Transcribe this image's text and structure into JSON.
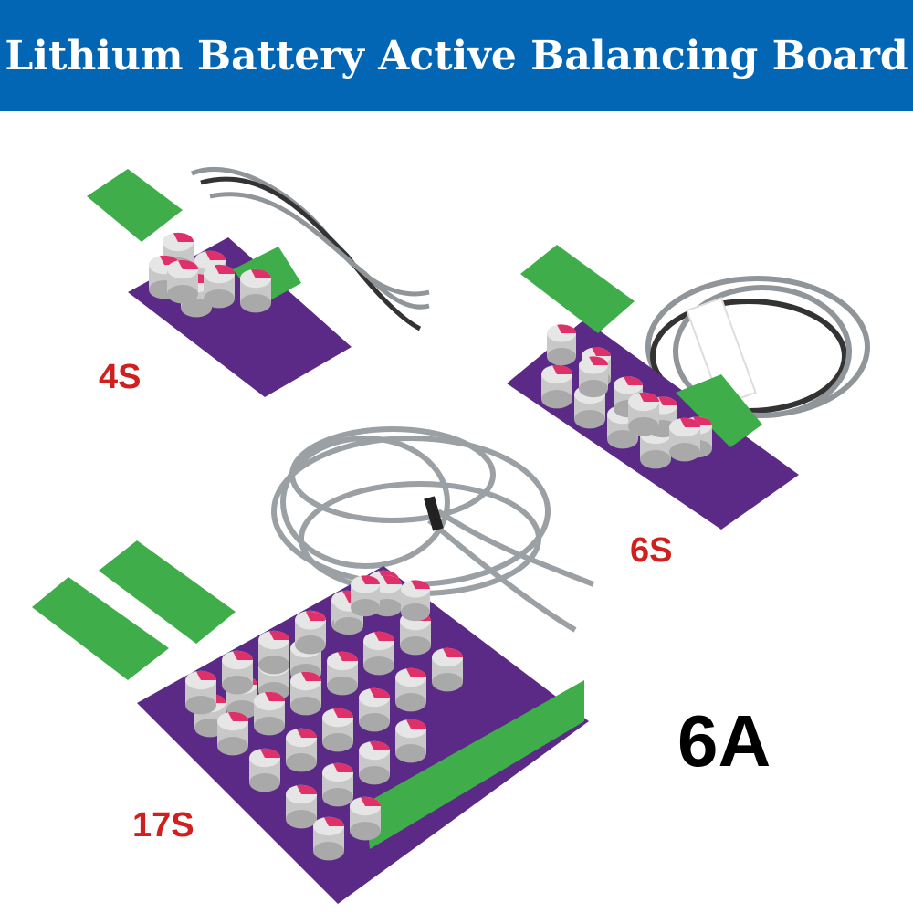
{
  "header": {
    "title": "Lithium Battery Active Balancing Board"
  },
  "labels": {
    "s4": "4S",
    "s6": "6S",
    "s17": "17S",
    "current": "6A"
  },
  "colors": {
    "banner": "#0266b5",
    "label_red": "#d0201e",
    "board": "#5b2a86",
    "connector": "#3fae4a",
    "capacitor": "#c8c8c8",
    "capacitor_top": "#e0306a",
    "cable": "#8f9599"
  }
}
